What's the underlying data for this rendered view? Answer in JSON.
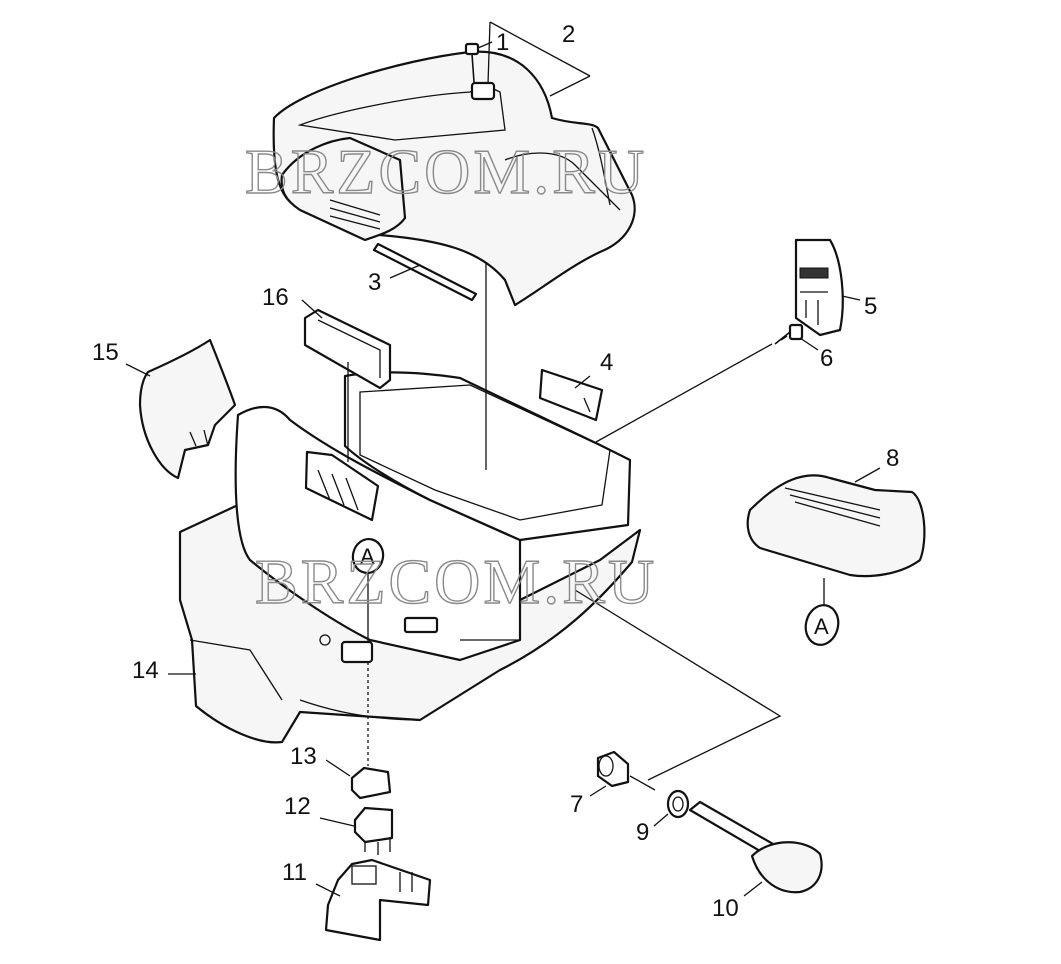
{
  "watermarks": [
    "BRZCOM.RU",
    "BRZCOM.RU"
  ],
  "callouts": [
    "1",
    "2",
    "3",
    "4",
    "5",
    "6",
    "7",
    "8",
    "9",
    "10",
    "11",
    "12",
    "13",
    "14",
    "15",
    "16"
  ],
  "markers": [
    "A",
    "A"
  ]
}
